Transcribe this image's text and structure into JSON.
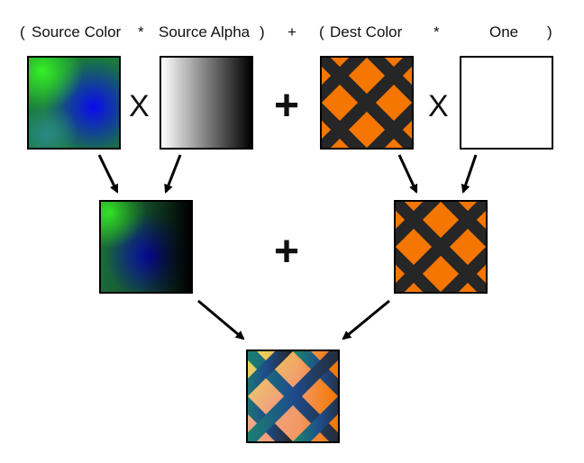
{
  "header": {
    "open_paren_1": "(",
    "source_color": "Source Color",
    "mul_1": "*",
    "source_alpha": "Source Alpha",
    "close_paren_1": ")",
    "plus": "+",
    "open_paren_2": "(",
    "dest_color": "Dest Color",
    "mul_2": "*",
    "one": "One",
    "close_paren_2": ")"
  },
  "operators": {
    "times": "X",
    "plus": "+"
  },
  "colors": {
    "orange": "#f57600",
    "lattice": "#262626",
    "green": "#2fe82a",
    "blue": "#1010d8",
    "result_peach": "#f2a58c",
    "result_yellow": "#f2cf40"
  }
}
